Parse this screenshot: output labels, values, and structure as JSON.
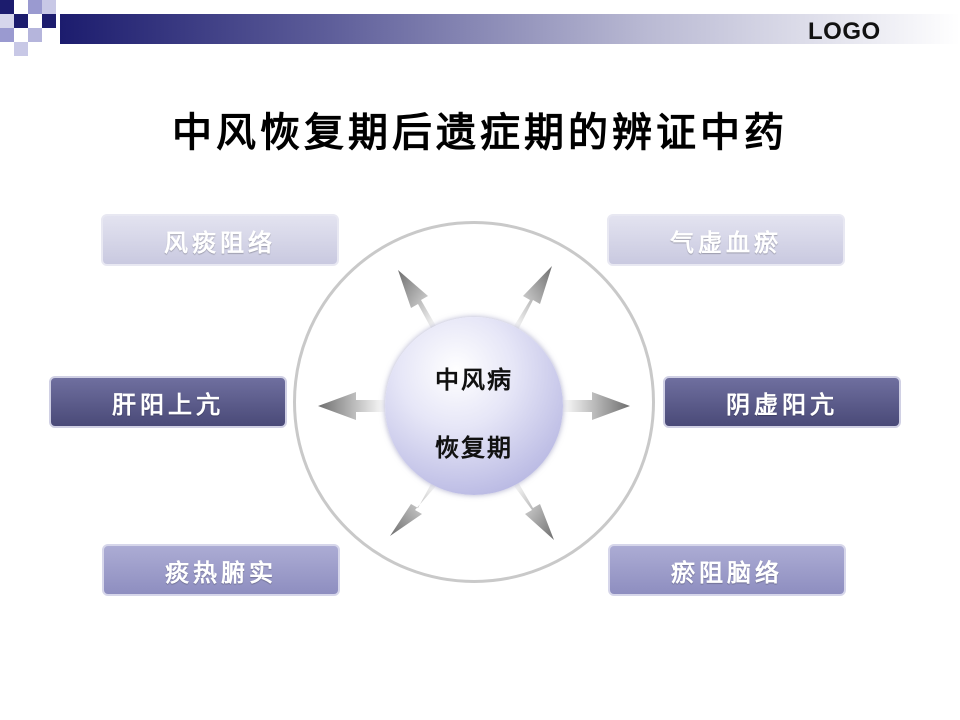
{
  "header": {
    "logo": "LOGO"
  },
  "title": "中风恢复期后遗症期的辨证中药",
  "center": {
    "line1": "中风病",
    "line2": "恢复期"
  },
  "boxes": {
    "top_left": "风痰阻络",
    "top_right": "气虚血瘀",
    "middle_left": "肝阳上亢",
    "middle_right": "阴虚阳亢",
    "bottom_left": "痰热腑实",
    "bottom_right": "瘀阻脑络"
  },
  "colors": {
    "header_dark": "#1c1c6e",
    "box_dark": "#4a4a78",
    "box_mid": "#8e8ec0",
    "box_light": "#c9c9e0",
    "ring": "#c9c9c9"
  }
}
